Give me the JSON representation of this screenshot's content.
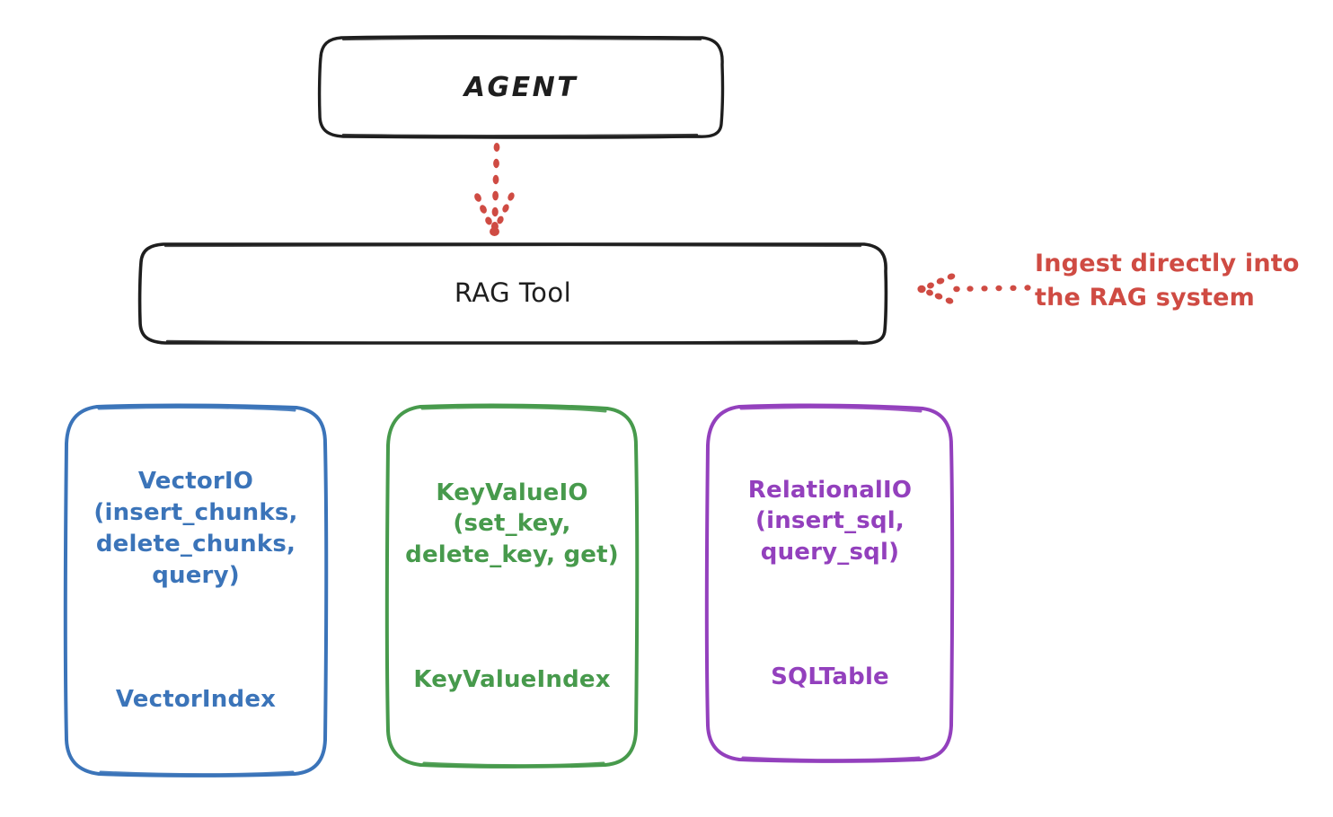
{
  "diagram": {
    "title": "RAG Tool architecture",
    "background": "#ffffff",
    "style": "hand-drawn sketch"
  },
  "colors": {
    "ink": "#1e1e1e",
    "blue": "#3b74b9",
    "green": "#479a4c",
    "purple": "#9340bd",
    "red": "#cf4b43"
  },
  "nodes": {
    "agent": {
      "label": "AGENT",
      "stroke": "#1e1e1e",
      "text_color": "#1e1e1e"
    },
    "rag_tool": {
      "label": "RAG Tool",
      "stroke": "#1e1e1e",
      "text_color": "#1e1e1e"
    },
    "vector_io": {
      "api": "VectorIO\n(insert_chunks,\ndelete_chunks,\nquery)",
      "index": "VectorIndex",
      "stroke": "#3b74b9",
      "text_color": "#3b74b9"
    },
    "key_value_io": {
      "api": "KeyValueIO\n(set_key,\ndelete_key, get)",
      "index": "KeyValueIndex",
      "stroke": "#479a4c",
      "text_color": "#479a4c"
    },
    "relational_io": {
      "api": "RelationalIO\n(insert_sql,\nquery_sql)",
      "index": "SQLTable",
      "stroke": "#9340bd",
      "text_color": "#9340bd"
    }
  },
  "connectors": {
    "agent_to_rag_tool": {
      "name": "agent-to-rag-tool-arrow",
      "style": "dotted",
      "direction": "down",
      "color": "#cf4b43",
      "label": ""
    },
    "ingest_arrow": {
      "name": "ingest-arrow",
      "style": "dotted",
      "direction": "left",
      "color": "#cf4b43"
    }
  },
  "annotations": {
    "ingest": {
      "text": "Ingest directly into\nthe RAG system",
      "color": "#cf4b43"
    }
  }
}
